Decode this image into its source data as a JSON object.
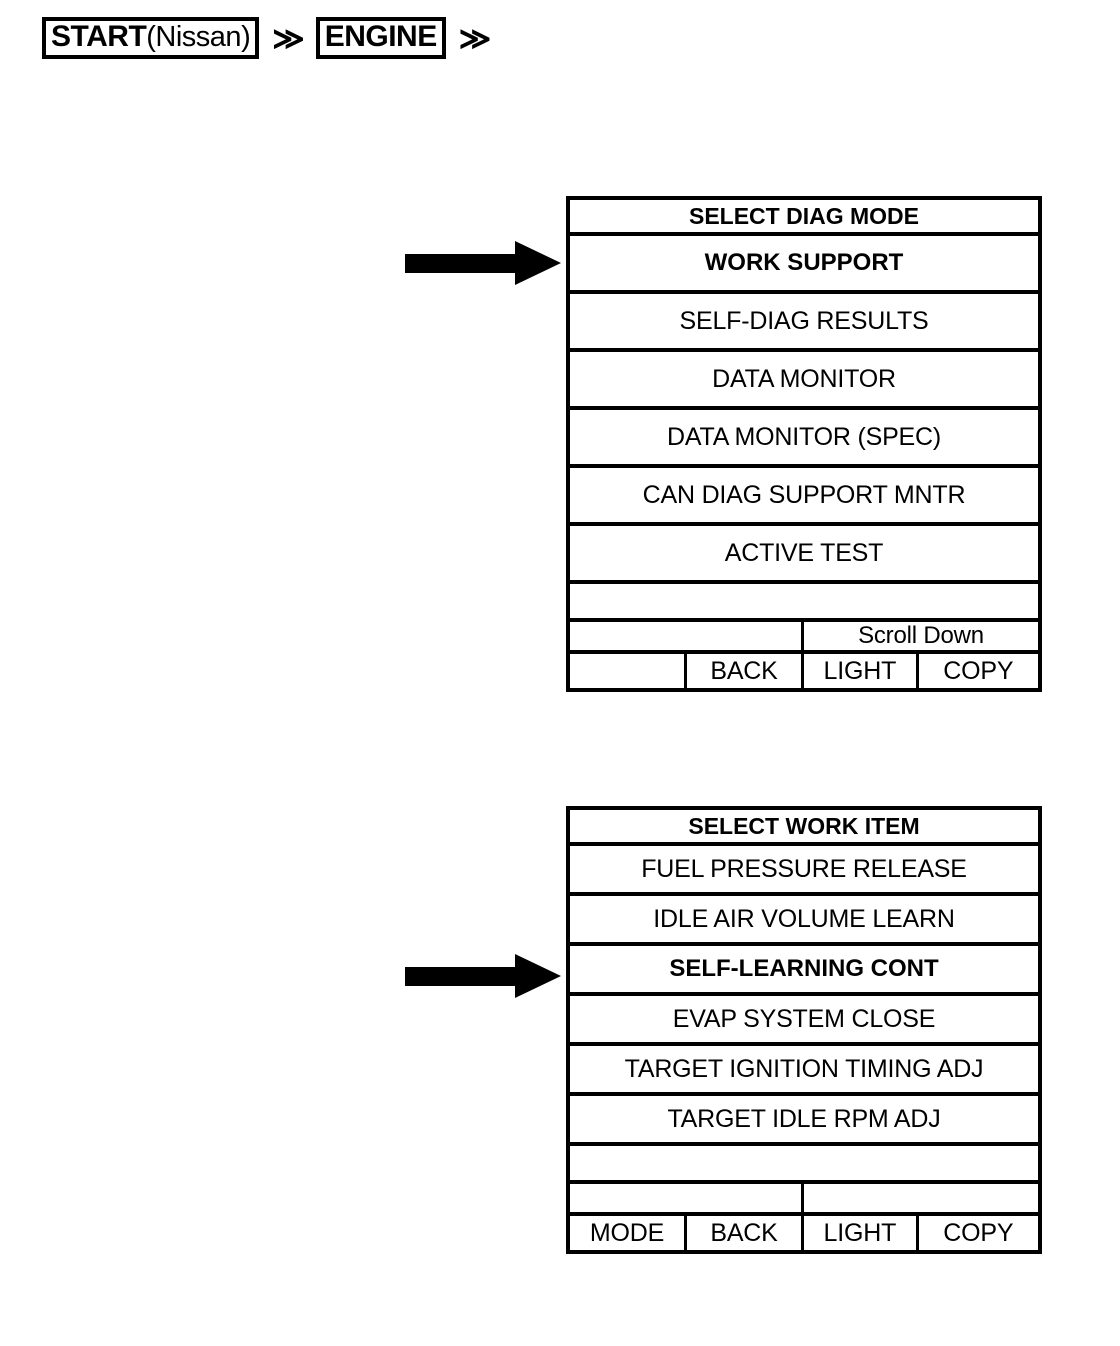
{
  "breadcrumb": {
    "step1_strong": "START",
    "step1_normal": "(Nissan)",
    "separator1": "≫",
    "step2": "ENGINE",
    "separator2": "≫"
  },
  "arrows": {
    "arrow1_target": "WORK SUPPORT",
    "arrow2_target": "SELF-LEARNING CONT"
  },
  "panels": [
    {
      "title": "SELECT DIAG MODE",
      "items": [
        {
          "label": "WORK SUPPORT",
          "selected": true
        },
        {
          "label": "SELF-DIAG RESULTS",
          "selected": false
        },
        {
          "label": "DATA MONITOR",
          "selected": false
        },
        {
          "label": "DATA MONITOR (SPEC)",
          "selected": false
        },
        {
          "label": "CAN DIAG SUPPORT MNTR",
          "selected": false
        },
        {
          "label": "ACTIVE TEST",
          "selected": false
        }
      ],
      "blank_row": "",
      "status_row": {
        "left": "",
        "right": "Scroll Down"
      },
      "key_row": {
        "k1": "",
        "k2": "BACK",
        "k3": "LIGHT",
        "k4": "COPY"
      }
    },
    {
      "title": "SELECT WORK ITEM",
      "items": [
        {
          "label": "FUEL PRESSURE RELEASE",
          "selected": false
        },
        {
          "label": "IDLE AIR VOLUME LEARN",
          "selected": false
        },
        {
          "label": "SELF-LEARNING CONT",
          "selected": true
        },
        {
          "label": "EVAP SYSTEM CLOSE",
          "selected": false
        },
        {
          "label": "TARGET IGNITION TIMING ADJ",
          "selected": false
        },
        {
          "label": "TARGET IDLE RPM ADJ",
          "selected": false
        }
      ],
      "blank_row": "",
      "status_row": {
        "left": "",
        "right": ""
      },
      "key_row": {
        "k1": "MODE",
        "k2": "BACK",
        "k3": "LIGHT",
        "k4": "COPY"
      }
    }
  ],
  "colors": {
    "ink": "#000000",
    "paper": "#ffffff"
  }
}
